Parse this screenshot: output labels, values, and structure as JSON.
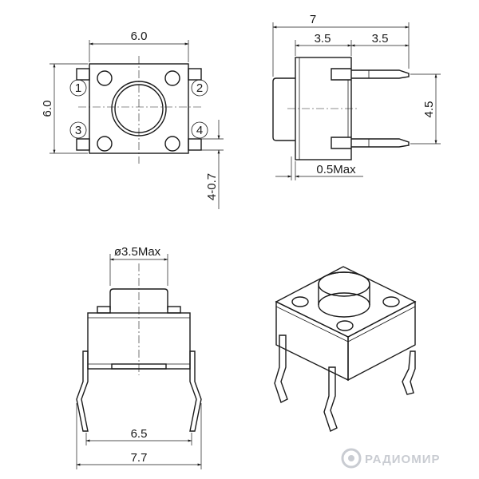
{
  "top_view": {
    "width_label": "6.0",
    "height_label": "6.0",
    "pin_pitch_label": "4-0.7",
    "pins": [
      "1",
      "2",
      "3",
      "4"
    ]
  },
  "side_view": {
    "total_label": "7",
    "body_label": "3.5",
    "leg_label": "3.5",
    "spacing_label": "4.5",
    "standoff_label": "0.5Max"
  },
  "front_view": {
    "diameter_label": "ø3.5Max",
    "inner_width_label": "6.5",
    "outer_width_label": "7.7"
  },
  "watermark": {
    "text": "РАДИОМИР"
  }
}
